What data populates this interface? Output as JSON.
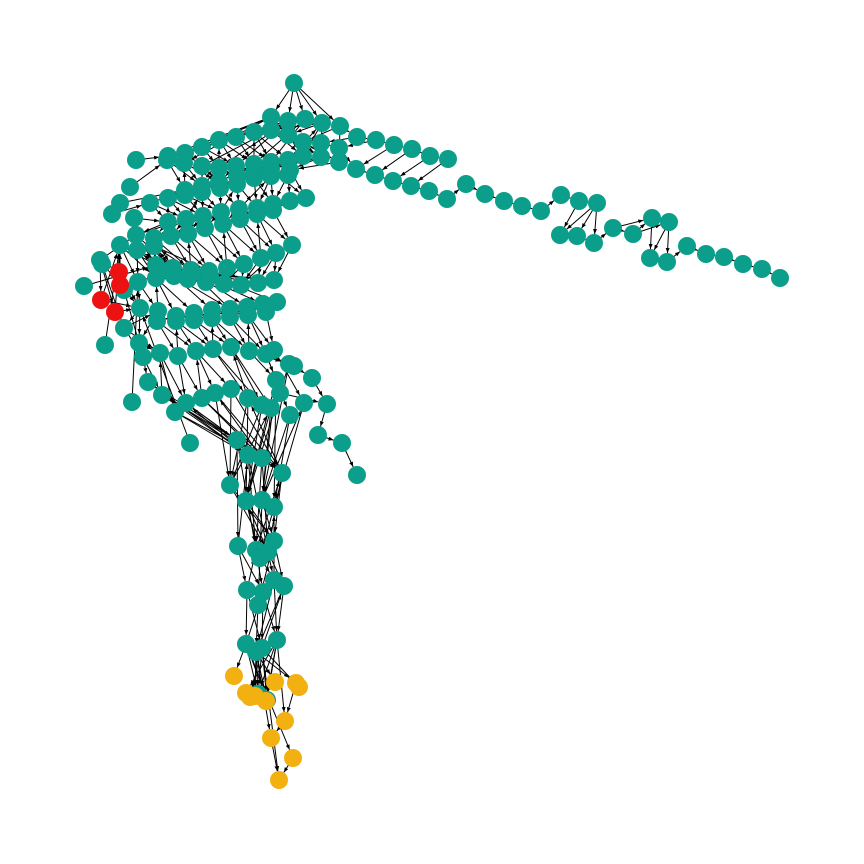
{
  "diagram": {
    "type": "directed-graph",
    "colors": {
      "teal": "#0b9e8a",
      "red": "#ee1111",
      "orange": "#f2b011",
      "edge": "#000000",
      "background": "#ffffff"
    },
    "node_groups": [
      {
        "color": "teal",
        "count": 192
      },
      {
        "color": "red",
        "count": 4
      },
      {
        "color": "orange",
        "count": 12
      }
    ]
  }
}
